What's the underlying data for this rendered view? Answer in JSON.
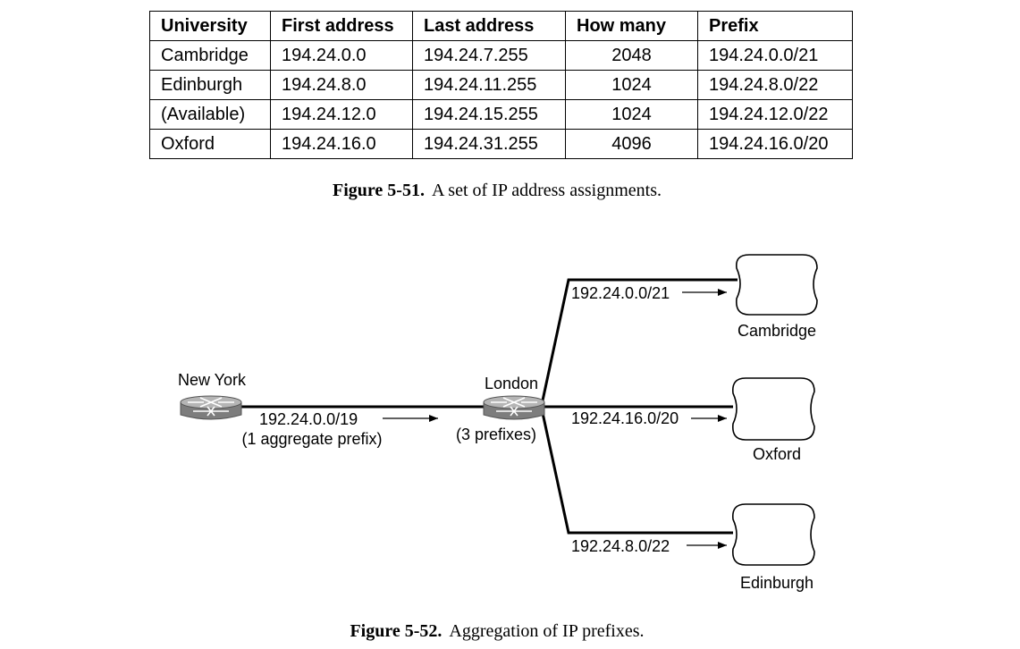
{
  "table": {
    "headers": [
      "University",
      "First address",
      "Last address",
      "How many",
      "Prefix"
    ],
    "rows": [
      [
        "Cambridge",
        "194.24.0.0",
        "194.24.7.255",
        "2048",
        "194.24.0.0/21"
      ],
      [
        "Edinburgh",
        "194.24.8.0",
        "194.24.11.255",
        "1024",
        "194.24.8.0/22"
      ],
      [
        "(Available)",
        "194.24.12.0",
        "194.24.15.255",
        "1024",
        "194.24.12.0/22"
      ],
      [
        "Oxford",
        "194.24.16.0",
        "194.24.31.255",
        "4096",
        "194.24.16.0/20"
      ]
    ]
  },
  "caption1": {
    "label": "Figure 5-51.",
    "text": "A set of IP address assignments."
  },
  "diagram": {
    "new_york": "New York",
    "london": "London",
    "aggregate_prefix": "192.24.0.0/19",
    "aggregate_note": "(1 aggregate prefix)",
    "london_note": "(3 prefixes)",
    "cambridge_prefix": "192.24.0.0/21",
    "oxford_prefix": "192.24.16.0/20",
    "edinburgh_prefix": "192.24.8.0/22",
    "cambridge": "Cambridge",
    "oxford": "Oxford",
    "edinburgh": "Edinburgh",
    "router_icon": "router-icon",
    "cloud_icon": "network-cloud-icon",
    "colors": {
      "router_body": "#8a8a8a",
      "router_top": "#b5b5b5",
      "line": "#000000"
    }
  },
  "caption2": {
    "label": "Figure 5-52.",
    "text": "Aggregation of IP prefixes."
  }
}
